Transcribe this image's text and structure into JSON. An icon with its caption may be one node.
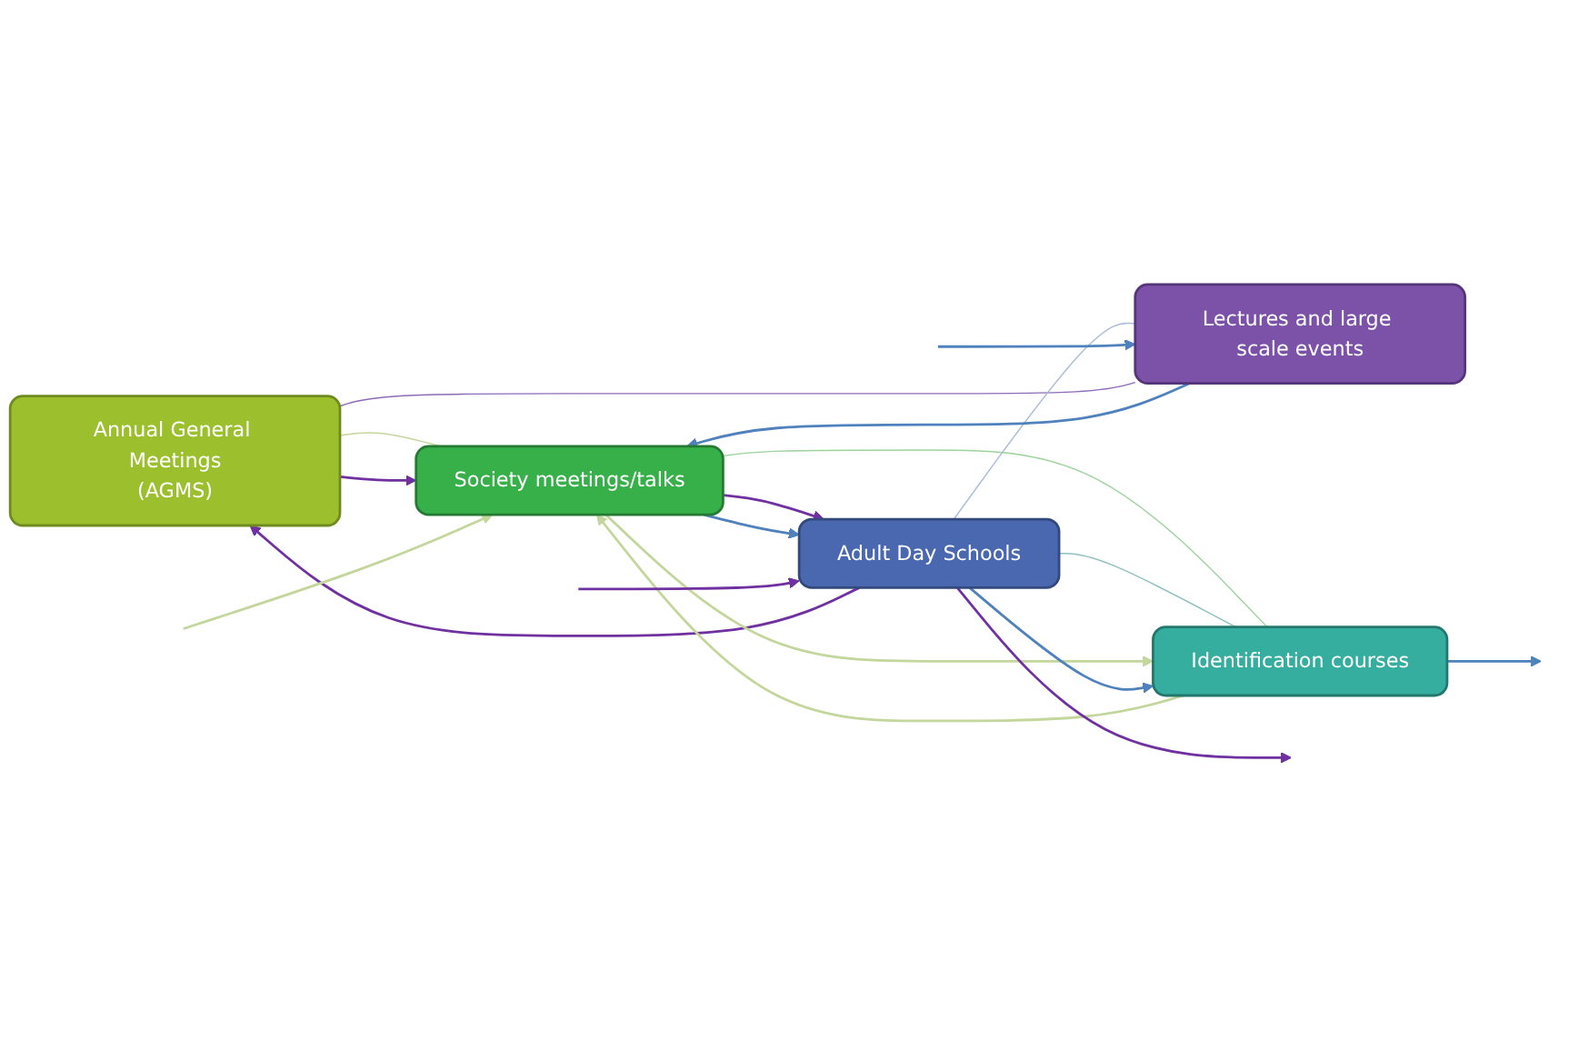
{
  "diagram": {
    "nodes": [
      {
        "text": [
          "Annual General Meetings",
          "(AGMS)"
        ]
      },
      {
        "text": [
          "Lectures and large scale events"
        ]
      },
      {
        "text": [
          "Society meetings/talks"
        ]
      },
      {
        "text": [
          "Adult Day Schools"
        ]
      },
      {
        "text": [
          "Identification courses"
        ]
      }
    ],
    "edges": [
      {
        "from": 1,
        "to": 0,
        "arrow": "none",
        "color": "#8e6bb8"
      },
      {
        "from": 0,
        "to": 2,
        "arrow": "none",
        "color": "#c3d69b"
      },
      {
        "from": 2,
        "to": 4,
        "arrow": "none",
        "color": "#9bd39b"
      },
      {
        "from": 3,
        "to": 4,
        "arrow": "none",
        "color": "#8fbfc0"
      },
      {
        "from": 3,
        "to": 1,
        "arrow": "none",
        "color": "#a9bcd8"
      },
      {
        "from": null,
        "to": 1,
        "arrow": "to"
      },
      {
        "from": 1,
        "to": 2,
        "arrow": "to"
      },
      {
        "from": 0,
        "to": 2,
        "arrow": "to",
        "color": "#7030a0"
      },
      {
        "from": 2,
        "to": 3,
        "arrow": "to",
        "color": "#7030a0"
      },
      {
        "from": 3,
        "to": 0,
        "arrow": "to",
        "color": "#7030a0"
      },
      {
        "from": 2,
        "to": 3,
        "arrow": "to"
      },
      {
        "from": null,
        "to": 2,
        "arrow": "to",
        "color": "#c3d69b"
      },
      {
        "from": 2,
        "to": 4,
        "arrow": "to",
        "color": "#c3d69b"
      },
      {
        "from": 4,
        "to": 2,
        "arrow": "to",
        "color": "#c3d69b"
      },
      {
        "from": 3,
        "to": null,
        "arrow": "to",
        "color": "#7030a0"
      },
      {
        "from": null,
        "to": 3,
        "arrow": "to",
        "color": "#7030a0"
      },
      {
        "from": 3,
        "to": 4,
        "arrow": "to"
      },
      {
        "from": 4,
        "to": null,
        "arrow": "to"
      }
    ]
  }
}
